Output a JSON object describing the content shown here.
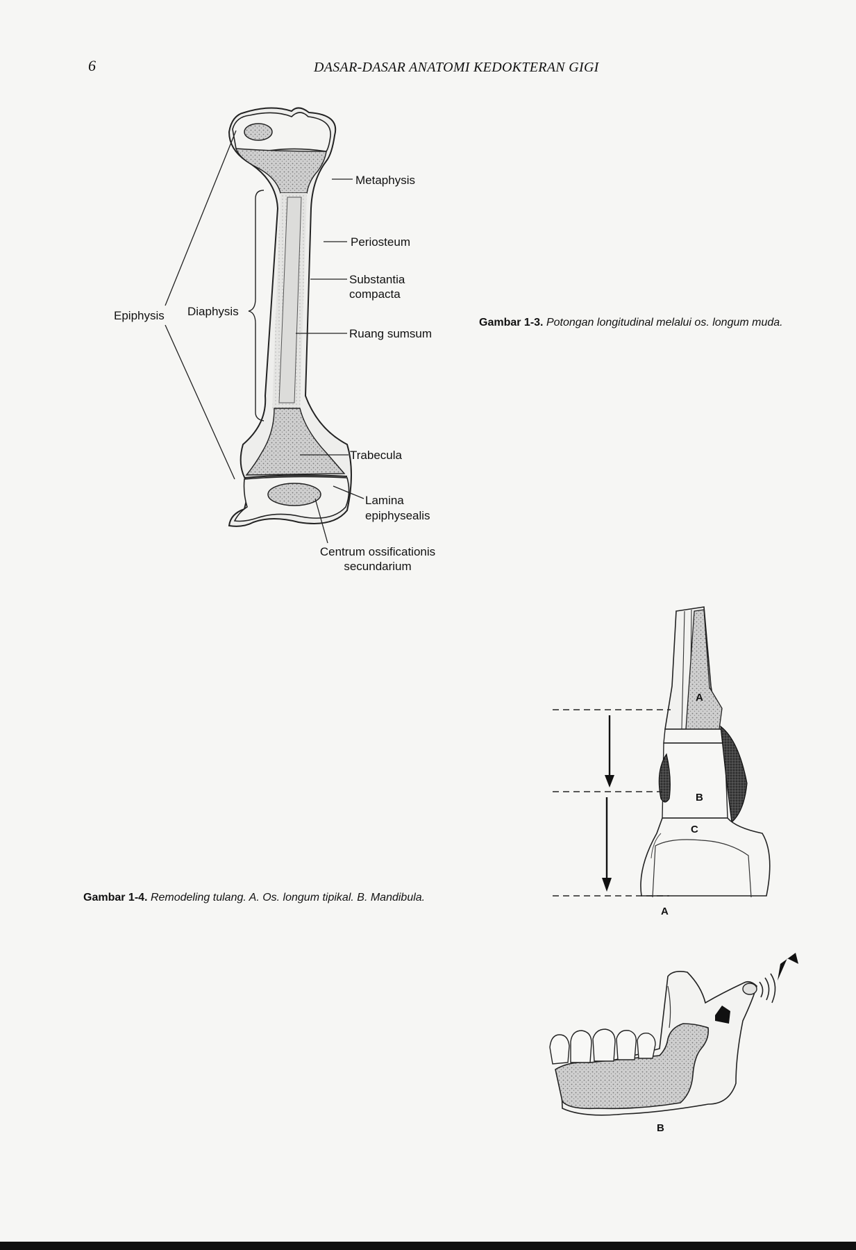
{
  "page": {
    "number": "6",
    "running_header": "DASAR-DASAR ANATOMI KEDOKTERAN GIGI"
  },
  "figure_1_3": {
    "caption_number": "Gambar 1-3.",
    "caption_text": "Potongan longitudinal melalui os. longum muda.",
    "labels": {
      "metaphysis": "Metaphysis",
      "periosteum": "Periosteum",
      "substantia_1": "Substantia",
      "substantia_2": "compacta",
      "ruang_sumsum": "Ruang sumsum",
      "epiphysis": "Epiphysis",
      "diaphysis": "Diaphysis",
      "trabecula": "Trabecula",
      "lamina_1": "Lamina",
      "lamina_2": "epiphysealis",
      "centrum_1": "Centrum ossificationis",
      "centrum_2": "secundarium"
    }
  },
  "figure_1_4": {
    "caption_number": "Gambar 1-4.",
    "caption_text": "Remodeling tulang. A. Os. longum tipikal. B. Mandibula.",
    "part_a": {
      "letter": "A",
      "region_a": "A",
      "region_b": "B",
      "region_c": "C"
    },
    "part_b": {
      "letter": "B"
    }
  },
  "colors": {
    "paper": "#f6f6f4",
    "ink": "#111111",
    "stipple": "#9a9a9a"
  }
}
